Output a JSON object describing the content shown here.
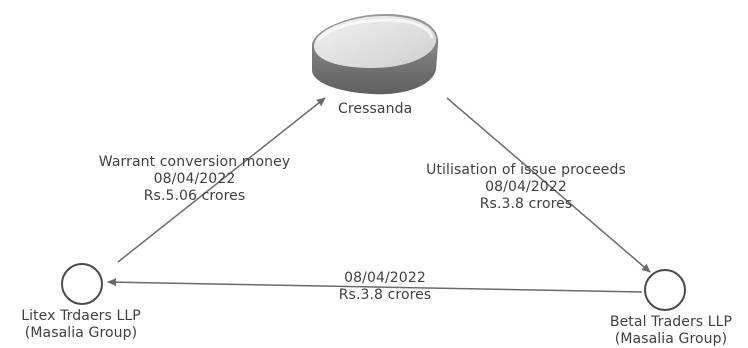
{
  "nodes": {
    "cressanda": {
      "label": "Cressanda",
      "icon": "database-icon"
    },
    "litex": {
      "name": "Litex Trdaers LLP",
      "group": "(Masalia Group)",
      "icon": "circle-node-icon"
    },
    "betal": {
      "name": "Betal Traders LLP",
      "group": "(Masalia Group)",
      "icon": "circle-node-icon"
    }
  },
  "flows": {
    "litex_to_cressanda": {
      "description": "Warrant conversion money",
      "date": "08/04/2022",
      "amount": "Rs.5.06 crores"
    },
    "cressanda_to_betal": {
      "description": "Utilisation of issue proceeds",
      "date": "08/04/2022",
      "amount": "Rs.3.8 crores"
    },
    "betal_to_litex": {
      "date": "08/04/2022",
      "amount": "Rs.3.8 crores"
    }
  },
  "colors": {
    "arrow": "#6b6b6b",
    "text": "#404040",
    "node_stroke": "#4a4a4a"
  }
}
